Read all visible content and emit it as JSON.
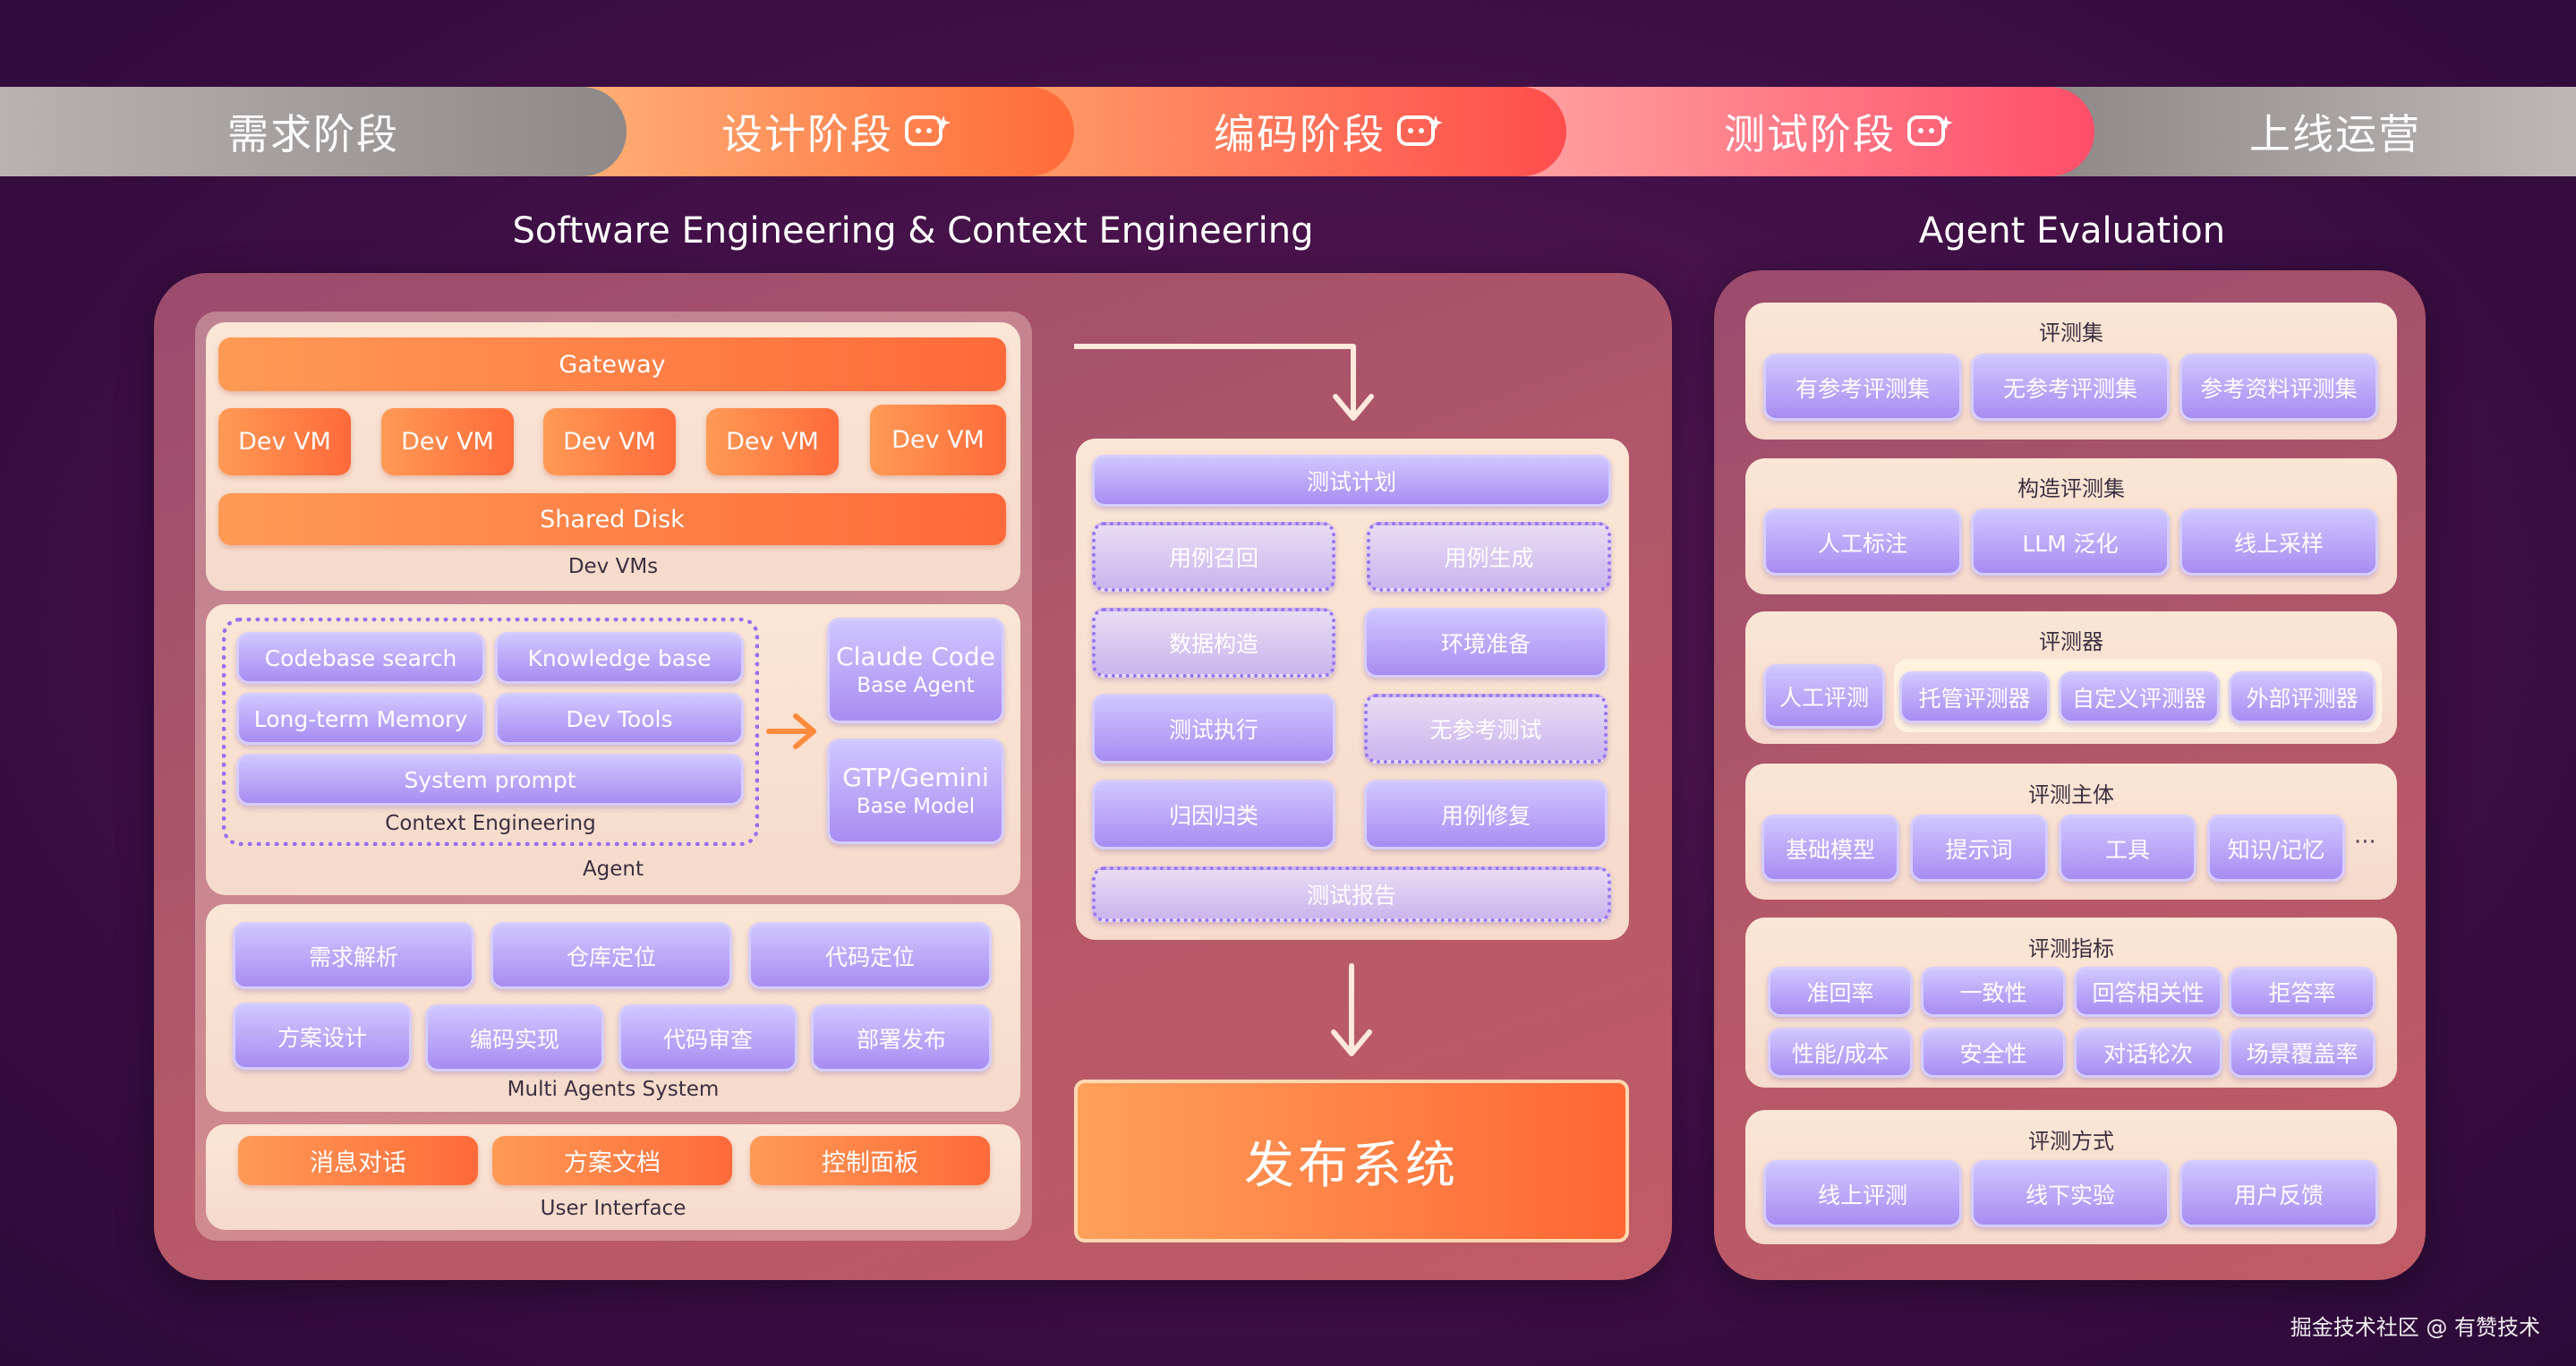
{
  "phases": [
    "需求阶段",
    "设计阶段",
    "编码阶段",
    "测试阶段",
    "上线运营"
  ],
  "colors": {
    "orange": "#ff7a3d",
    "coral": "#ff5a5a",
    "purple": "#a88cf2",
    "cream": "#fbe6d6",
    "background": "#3e0f45"
  },
  "left_title": "Software Engineering & Context Engineering",
  "right_title": "Agent Evaluation",
  "dev_vms": {
    "gateway": "Gateway",
    "vms": [
      "Dev VM",
      "Dev VM",
      "Dev VM",
      "Dev VM",
      "Dev VM"
    ],
    "shared_disk": "Shared Disk",
    "caption": "Dev VMs"
  },
  "agent": {
    "context": {
      "codebase_search": "Codebase search",
      "knowledge_base": "Knowledge base",
      "long_term_memory": "Long-term Memory",
      "dev_tools": "Dev Tools",
      "system_prompt": "System prompt",
      "caption": "Context Engineering"
    },
    "base_agent": {
      "title": "Claude Code",
      "sub": "Base Agent"
    },
    "base_model": {
      "title": "GTP/Gemini",
      "sub": "Base Model"
    },
    "caption": "Agent"
  },
  "multi_agents": {
    "row1": [
      "需求解析",
      "仓库定位",
      "代码定位"
    ],
    "row2": [
      "方案设计",
      "编码实现",
      "代码审查",
      "部署发布"
    ],
    "caption": "Multi Agents System"
  },
  "user_interface": {
    "items": [
      "消息对话",
      "方案文档",
      "控制面板"
    ],
    "caption": "User Interface"
  },
  "testing": {
    "plan": "测试计划",
    "case_recall": "用例召回",
    "case_gen": "用例生成",
    "data_build": "数据构造",
    "env_prep": "环境准备",
    "exec": "测试执行",
    "no_ref_test": "无参考测试",
    "attribution": "归因归类",
    "case_fix": "用例修复",
    "report": "测试报告"
  },
  "release": "发布系统",
  "eval": {
    "sets": {
      "title": "评测集",
      "items": [
        "有参考评测集",
        "无参考评测集",
        "参考资料评测集"
      ]
    },
    "build": {
      "title": "构造评测集",
      "items": [
        "人工标注",
        "LLM 泛化",
        "线上采样"
      ]
    },
    "evaluators": {
      "title": "评测器",
      "human": "人工评测",
      "items": [
        "托管评测器",
        "自定义评测器",
        "外部评测器"
      ]
    },
    "subjects": {
      "title": "评测主体",
      "items": [
        "基础模型",
        "提示词",
        "工具",
        "知识/记忆"
      ],
      "more": "···"
    },
    "metrics": {
      "title": "评测指标",
      "row1": [
        "准回率",
        "一致性",
        "回答相关性",
        "拒答率"
      ],
      "row2": [
        "性能/成本",
        "安全性",
        "对话轮次",
        "场景覆盖率"
      ]
    },
    "methods": {
      "title": "评测方式",
      "items": [
        "线上评测",
        "线下实验",
        "用户反馈"
      ]
    }
  },
  "footer": "掘金技术社区 @ 有赞技术"
}
